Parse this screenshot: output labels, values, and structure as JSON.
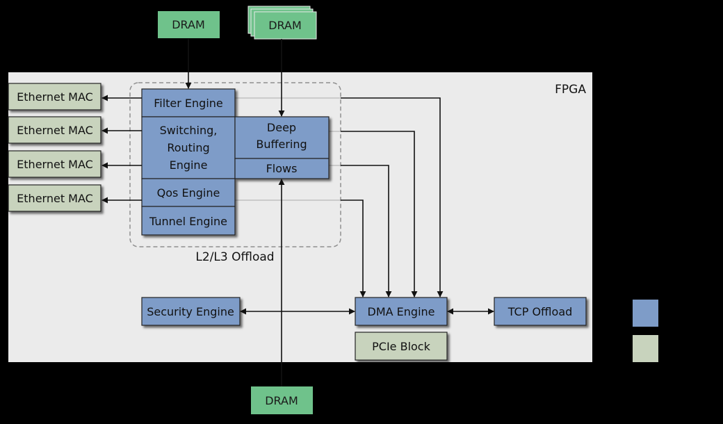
{
  "fpga": {
    "title": "FPGA"
  },
  "offload": {
    "label": "L2/L3 Offload"
  },
  "dram": {
    "top_left": "DRAM",
    "top_right": "DRAM",
    "bottom": "DRAM"
  },
  "mac": {
    "items": [
      "Ethernet MAC",
      "Ethernet MAC",
      "Ethernet MAC",
      "Ethernet MAC"
    ]
  },
  "engines": {
    "filter": "Filter Engine",
    "switching_line1": "Switching,",
    "switching_line2": "Routing",
    "switching_line3": "Engine",
    "qos": "Qos Engine",
    "tunnel": "Tunnel Engine",
    "deep_line1": "Deep",
    "deep_line2": "Buffering",
    "flows": "Flows",
    "security": "Security Engine",
    "dma": "DMA Engine",
    "tcp": "TCP Offload",
    "pcie": "PCIe Block"
  },
  "colors": {
    "background": "#000000",
    "fpga_fill": "#ebebeb",
    "engine_blue": "#7e9cc8",
    "mac_green": "#c8d3bd",
    "dram_green": "#6fc28b",
    "line": "#111111",
    "thin_line": "#b8b8b8"
  }
}
